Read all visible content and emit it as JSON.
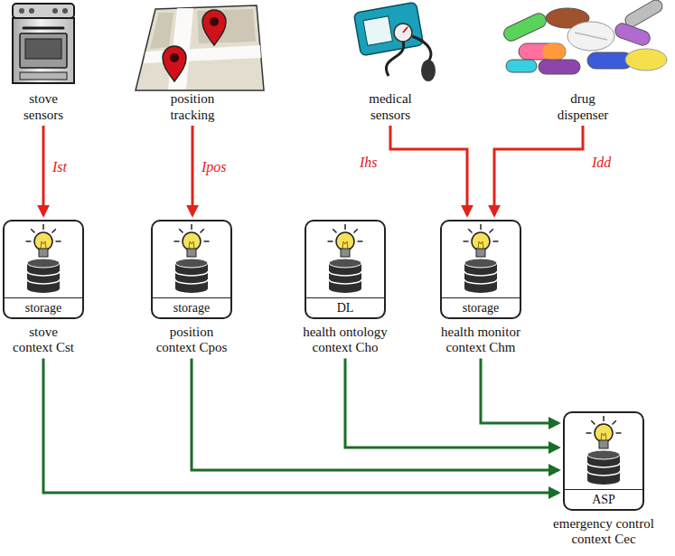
{
  "diagram": {
    "nodes": [
      {
        "text": [
          "stove sensors"
        ]
      },
      {
        "text": [
          "position tracking"
        ]
      },
      {
        "text": [
          "medical sensors"
        ]
      },
      {
        "text": [
          "drug dispenser"
        ]
      },
      {
        "text": [
          "storage",
          "stove context Cst"
        ]
      },
      {
        "text": [
          "storage",
          "position context Cpos"
        ]
      },
      {
        "text": [
          "DL",
          "health ontology context Cho"
        ]
      },
      {
        "text": [
          "storage",
          "health monitor context Chm"
        ]
      },
      {
        "text": [
          "ASP",
          "emergency control context Cec"
        ]
      }
    ],
    "edges": [
      {
        "from": 0,
        "to": 4,
        "arrow": "to",
        "label": "Ist"
      },
      {
        "from": 1,
        "to": 5,
        "arrow": "to",
        "label": "Ipos"
      },
      {
        "from": 2,
        "to": 7,
        "arrow": "to",
        "label": "Ihs"
      },
      {
        "from": 3,
        "to": 7,
        "arrow": "to",
        "label": "Idd"
      },
      {
        "from": 4,
        "to": 8,
        "arrow": "to"
      },
      {
        "from": 5,
        "to": 8,
        "arrow": "to"
      },
      {
        "from": 6,
        "to": 8,
        "arrow": "to"
      },
      {
        "from": 7,
        "to": 8,
        "arrow": "to"
      }
    ]
  }
}
